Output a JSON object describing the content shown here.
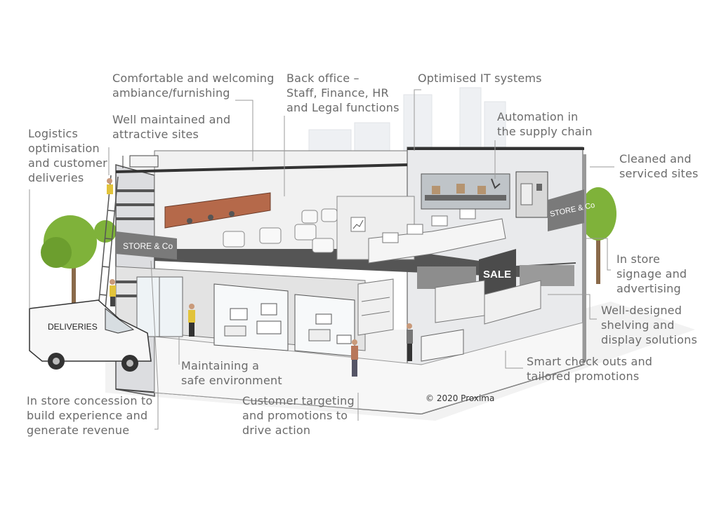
{
  "labels": {
    "furnishing": "Comfortable and welcoming\nambiance/furnishing",
    "back_office": "Back office –\nStaff, Finance, HR\nand Legal functions",
    "it_systems": "Optimised IT systems",
    "automation": "Automation in\nthe supply chain",
    "maintained_sites": "Well maintained and\nattractive sites",
    "logistics": "Logistics\noptimisation\nand customer\ndeliveries",
    "cleaned_sites": "Cleaned and\nserviced sites",
    "signage": "In store\nsignage and\nadvertising",
    "shelving": "Well-designed\nshelving and\ndisplay solutions",
    "checkouts": "Smart check outs and\ntailored promotions",
    "safe_env": "Maintaining a\nsafe environment",
    "concession": "In store concession to\nbuild experience and\ngenerate revenue",
    "targeting": "Customer targeting\nand promotions to\ndrive action"
  },
  "signs": {
    "store_left": "STORE & Co",
    "store_right": "STORE & Co",
    "sale": "SALE",
    "van": "DELIVERIES"
  },
  "copyright": "© 2020 Proxima",
  "colors": {
    "label_text": "#6b6b6b",
    "leader_line": "#9a9a9a",
    "wall": "#e9eaec",
    "floor": "#f4f4f4",
    "dark_band": "#4a4a4a",
    "sign_grey": "#7a7a7a",
    "tree_green": "#7fb23a",
    "bar_counter": "#b5694a",
    "worker_vest": "#e2c33a"
  }
}
